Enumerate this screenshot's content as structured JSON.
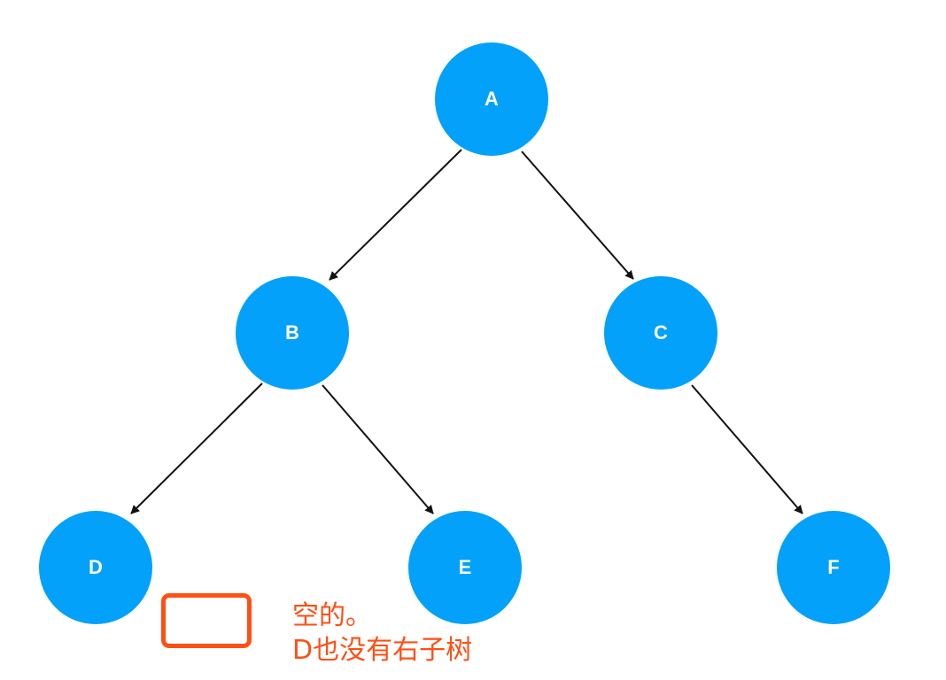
{
  "colors": {
    "node_fill": "#03a1f9",
    "node_text": "#ffffff",
    "edge": "#111111",
    "annotation": "#ff4f14"
  },
  "nodes": {
    "a": "A",
    "b": "B",
    "c": "C",
    "d": "D",
    "e": "E",
    "f": "F"
  },
  "edges": [
    {
      "from": "A",
      "to": "B"
    },
    {
      "from": "A",
      "to": "C"
    },
    {
      "from": "B",
      "to": "D"
    },
    {
      "from": "B",
      "to": "E"
    },
    {
      "from": "C",
      "to": "F"
    }
  ],
  "annotation": {
    "line1": "空的。",
    "line2": "D也没有右子树"
  }
}
